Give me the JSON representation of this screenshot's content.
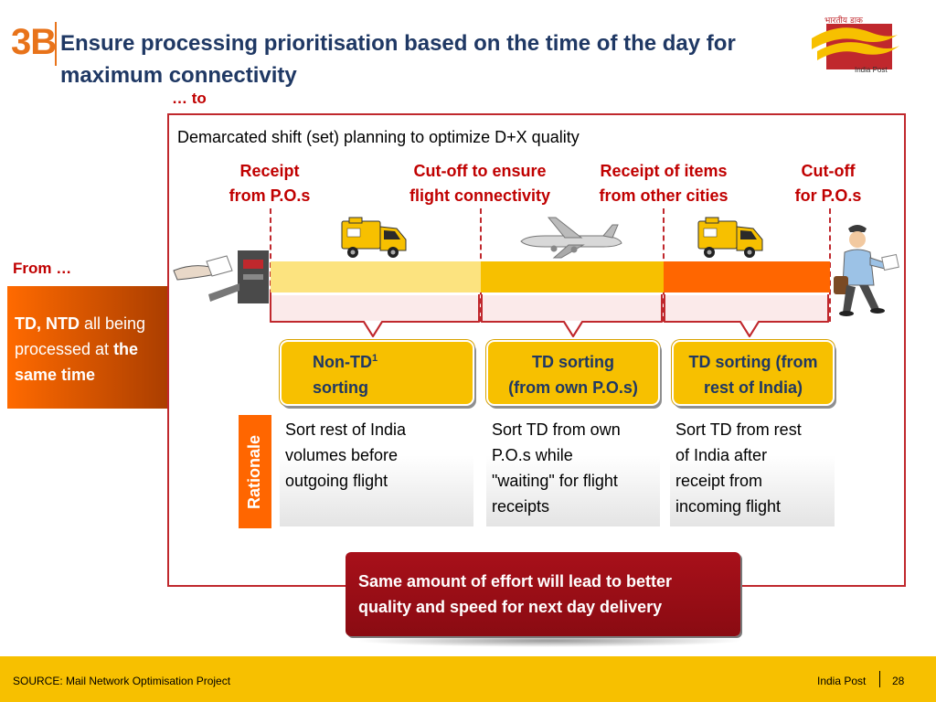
{
  "header": {
    "section_num": "3B",
    "title": "Ensure processing prioritisation based on the time of the day for maximum connectivity"
  },
  "logo": {
    "hindi_text": "भारतीय डाक",
    "name": "India Post",
    "colors": {
      "red": "#c0282d",
      "yellow": "#f7c000"
    }
  },
  "labels": {
    "to": "… to",
    "from": "From …"
  },
  "current_state": {
    "bold1": "TD, NTD",
    "text1": " all being processed at ",
    "bold2": "the same time"
  },
  "box_title": "Demarcated shift (set) planning to optimize D+X quality",
  "events": [
    {
      "line1": "Receipt",
      "line2": "from P.O.s"
    },
    {
      "line1": "Cut-off to ensure",
      "line2": "flight connectivity"
    },
    {
      "line1": "Receipt of items",
      "line2": "from other cities"
    },
    {
      "line1": "Cut-off",
      "line2": "for P.O.s"
    }
  ],
  "timeline_colors": [
    "#fce37f",
    "#f7c000",
    "#ff6600"
  ],
  "icons": [
    "letter-sorter-icon",
    "post-truck-icon",
    "airplane-icon",
    "postman-icon"
  ],
  "sorting": [
    {
      "line1": "Non-TD",
      "sup": "1",
      "line2": "sorting"
    },
    {
      "line1": "TD sorting",
      "line2": "(from own P.O.s)"
    },
    {
      "line1": "TD sorting (from",
      "line2": "rest of India)"
    }
  ],
  "rationale": {
    "label": "Rationale",
    "items": [
      {
        "l1": "Sort rest of India",
        "l2": "volumes before",
        "l3": "outgoing flight",
        "l4": ""
      },
      {
        "l1": "Sort TD from own",
        "l2": "P.O.s while",
        "l3": "\"waiting\" for flight",
        "l4": "receipts"
      },
      {
        "l1": "Sort TD from rest",
        "l2": "of India after",
        "l3": "receipt from",
        "l4": "incoming flight"
      }
    ]
  },
  "conclusion": {
    "l1": "Same amount of effort will lead to better",
    "l2": "quality and speed for next day delivery"
  },
  "footer": {
    "source": "SOURCE: Mail Network Optimisation Project",
    "org": "India Post",
    "page": "28"
  }
}
